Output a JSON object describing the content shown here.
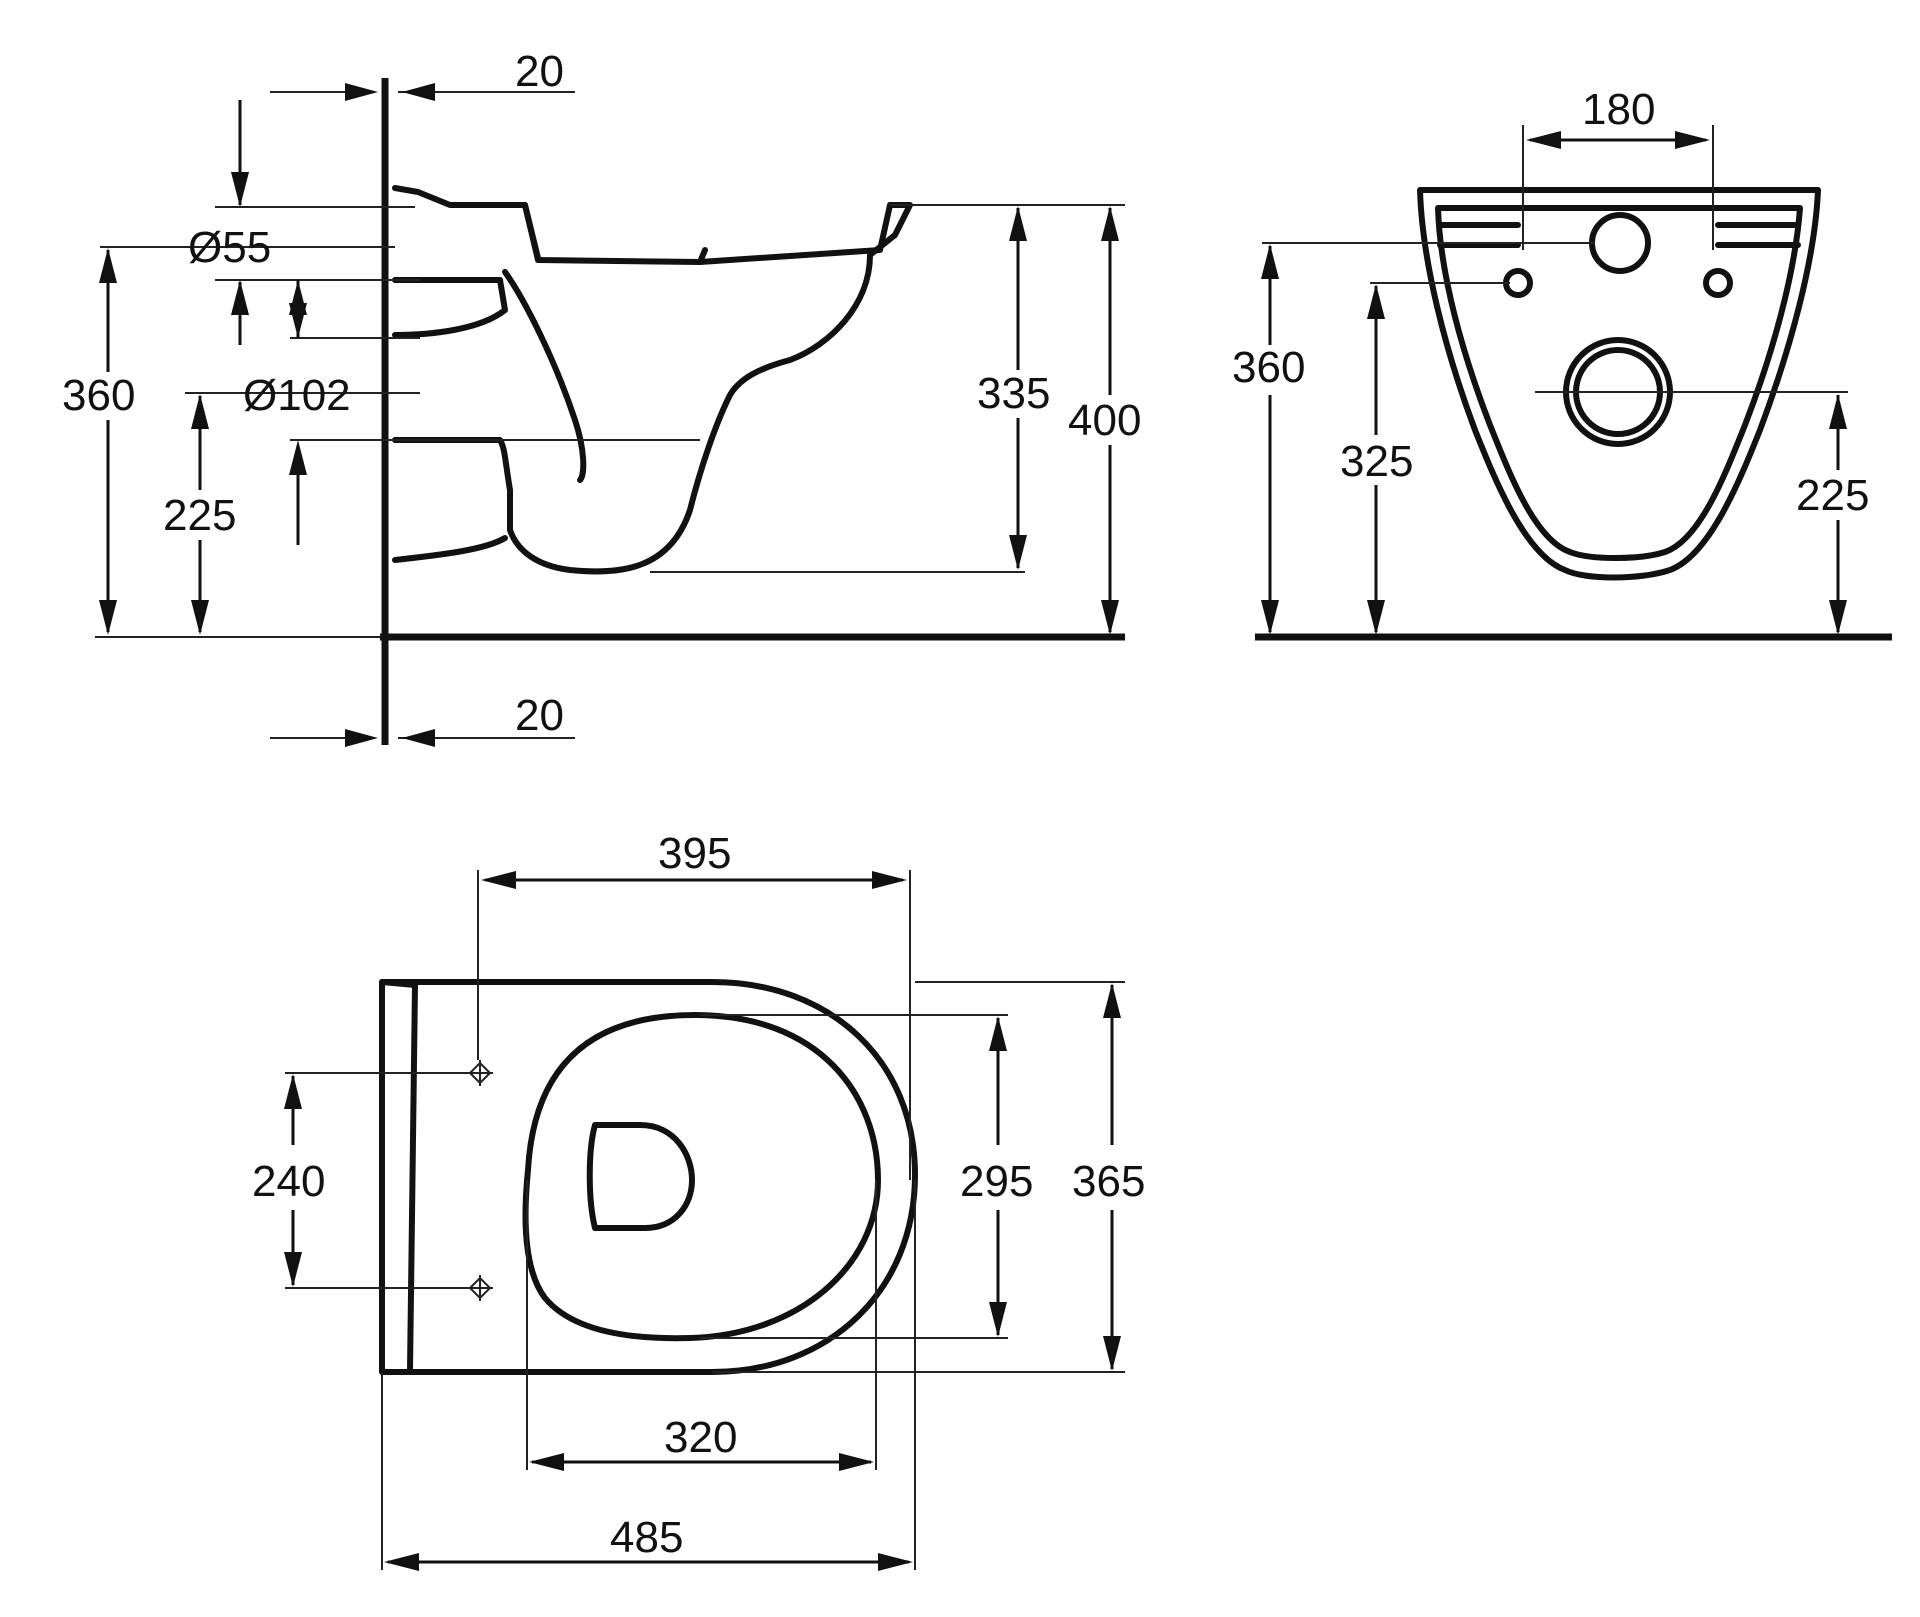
{
  "side_view": {
    "wall_offset_top": "20",
    "wall_offset_bottom": "20",
    "inlet_diameter": "Ø55",
    "outlet_diameter": "Ø102",
    "inlet_height": "360",
    "outlet_height": "225",
    "rim_to_bottom": "335",
    "rim_height": "400"
  },
  "rear_view": {
    "bolt_spacing": "180",
    "inlet_height": "360",
    "bolt_height": "325",
    "outlet_height": "225"
  },
  "top_view": {
    "bowl_length": "395",
    "fixing_spacing": "240",
    "seat_width": "295",
    "overall_width": "365",
    "seat_length": "320",
    "overall_length": "485"
  },
  "colors": {
    "line": "#111111",
    "background": "#ffffff"
  }
}
